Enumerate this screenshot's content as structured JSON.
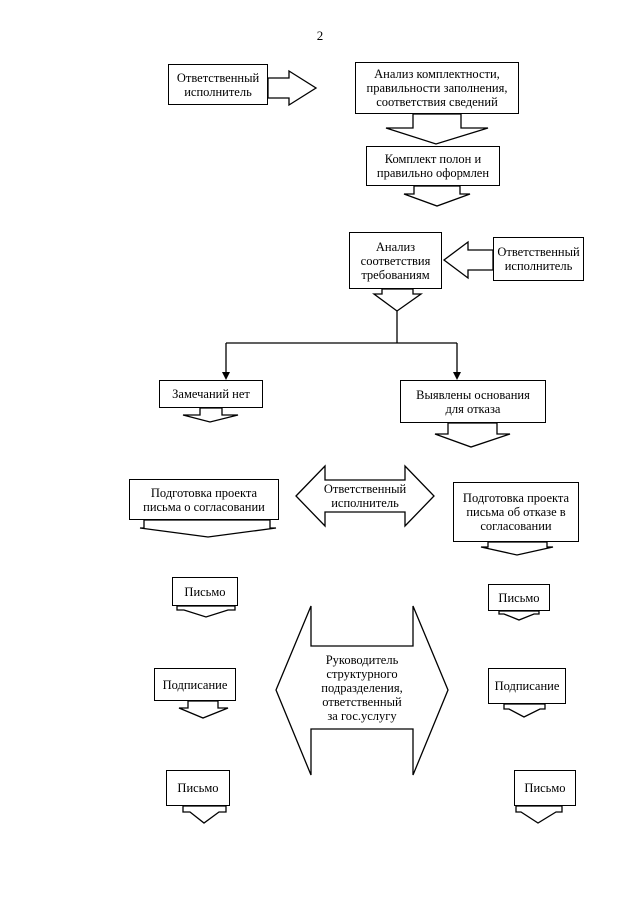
{
  "page_number": "2",
  "nodes": {
    "responsible_1": "Ответственный\nисполнитель",
    "analysis_completeness": "Анализ комплектности,\nправильности заполнения,\nсоответствия сведений",
    "complete_set": "Комплект полон и\nправильно оформлен",
    "analysis_requirements": "Анализ\nсоответствия\nтребованиям",
    "responsible_2": "Ответственный\nисполнитель",
    "no_remarks": "Замечаний нет",
    "refusal_grounds": "Выявлены основания\nдля отказа",
    "draft_approval": "Подготовка проекта\nписьма о согласовании",
    "responsible_3": "Ответственный\nисполнитель",
    "draft_refusal": "Подготовка проекта\nписьма об отказе в\nсогласовании",
    "letter_left_1": "Письмо",
    "letter_right_1": "Письмо",
    "head_of_department": "Руководитель\nструктурного\nподразделения,\nответственный\nза гос.услугу",
    "signing_left": "Подписание",
    "signing_right": "Подписание",
    "letter_left_2": "Письмо",
    "letter_right_2": "Письмо"
  }
}
